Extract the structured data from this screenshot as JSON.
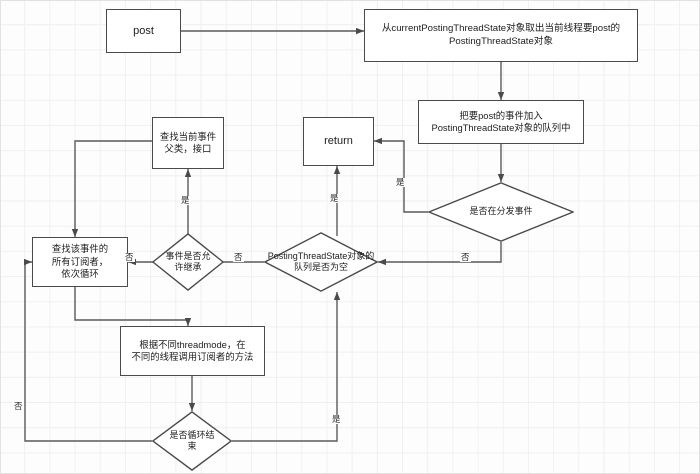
{
  "diagram": {
    "title": "EventBus post flow chart",
    "colors": {
      "stroke": "#4a4a4a",
      "line": "#5a5a5a",
      "background": "#fdfdfd",
      "grid": "#f0f0f0",
      "text": "#1d1d1d"
    },
    "nodes": [
      {
        "id": "post",
        "shape": "rect",
        "label": "post"
      },
      {
        "id": "take_state",
        "shape": "rect",
        "label": "从currentPostingThreadState对象取出当前线程要post的\nPostingThreadState对象"
      },
      {
        "id": "enqueue",
        "shape": "rect",
        "label": "把要post的事件加入\nPostingThreadState对象的队列中"
      },
      {
        "id": "is_posting",
        "shape": "diamond",
        "label": "是否在分发事件"
      },
      {
        "id": "return",
        "shape": "rect",
        "label": "return"
      },
      {
        "id": "queue_empty",
        "shape": "diamond",
        "label": "PostingThreadState对象的\n队列是否为空"
      },
      {
        "id": "inherit",
        "shape": "diamond",
        "label": "事件是否允\n许继承"
      },
      {
        "id": "find_super",
        "shape": "rect",
        "label": "查找当前事件\n父类，接口"
      },
      {
        "id": "find_subs",
        "shape": "rect",
        "label": "查找该事件的\n所有订阅者，\n依次循环"
      },
      {
        "id": "threadmode",
        "shape": "rect",
        "label": "根据不同threadmode，在\n不同的线程调用订阅者的方法"
      },
      {
        "id": "loop_end",
        "shape": "diamond",
        "label": "是否循环结\n束"
      }
    ],
    "edges": [
      {
        "from": "post",
        "to": "take_state",
        "label": ""
      },
      {
        "from": "take_state",
        "to": "enqueue",
        "label": ""
      },
      {
        "from": "enqueue",
        "to": "is_posting",
        "label": ""
      },
      {
        "from": "is_posting",
        "to": "return",
        "label": "是"
      },
      {
        "from": "is_posting",
        "to": "queue_empty",
        "label": "否"
      },
      {
        "from": "queue_empty",
        "to": "return",
        "label": "是"
      },
      {
        "from": "queue_empty",
        "to": "inherit",
        "label": "否"
      },
      {
        "from": "inherit",
        "to": "find_super",
        "label": "是"
      },
      {
        "from": "find_super",
        "to": "find_subs",
        "label": ""
      },
      {
        "from": "inherit",
        "to": "threadmode",
        "label": "否"
      },
      {
        "from": "threadmode",
        "to": "loop_end",
        "label": ""
      },
      {
        "from": "loop_end",
        "to": "find_subs",
        "label": "否"
      },
      {
        "from": "loop_end",
        "to": "queue_empty",
        "label": "是"
      }
    ],
    "edge_labels": {
      "is_posting_yes": "是",
      "is_posting_no": "否",
      "queue_empty_yes": "是",
      "queue_empty_no": "否",
      "inherit_yes": "是",
      "inherit_no": "否",
      "loop_end_no": "否",
      "loop_end_yes": "是"
    }
  }
}
